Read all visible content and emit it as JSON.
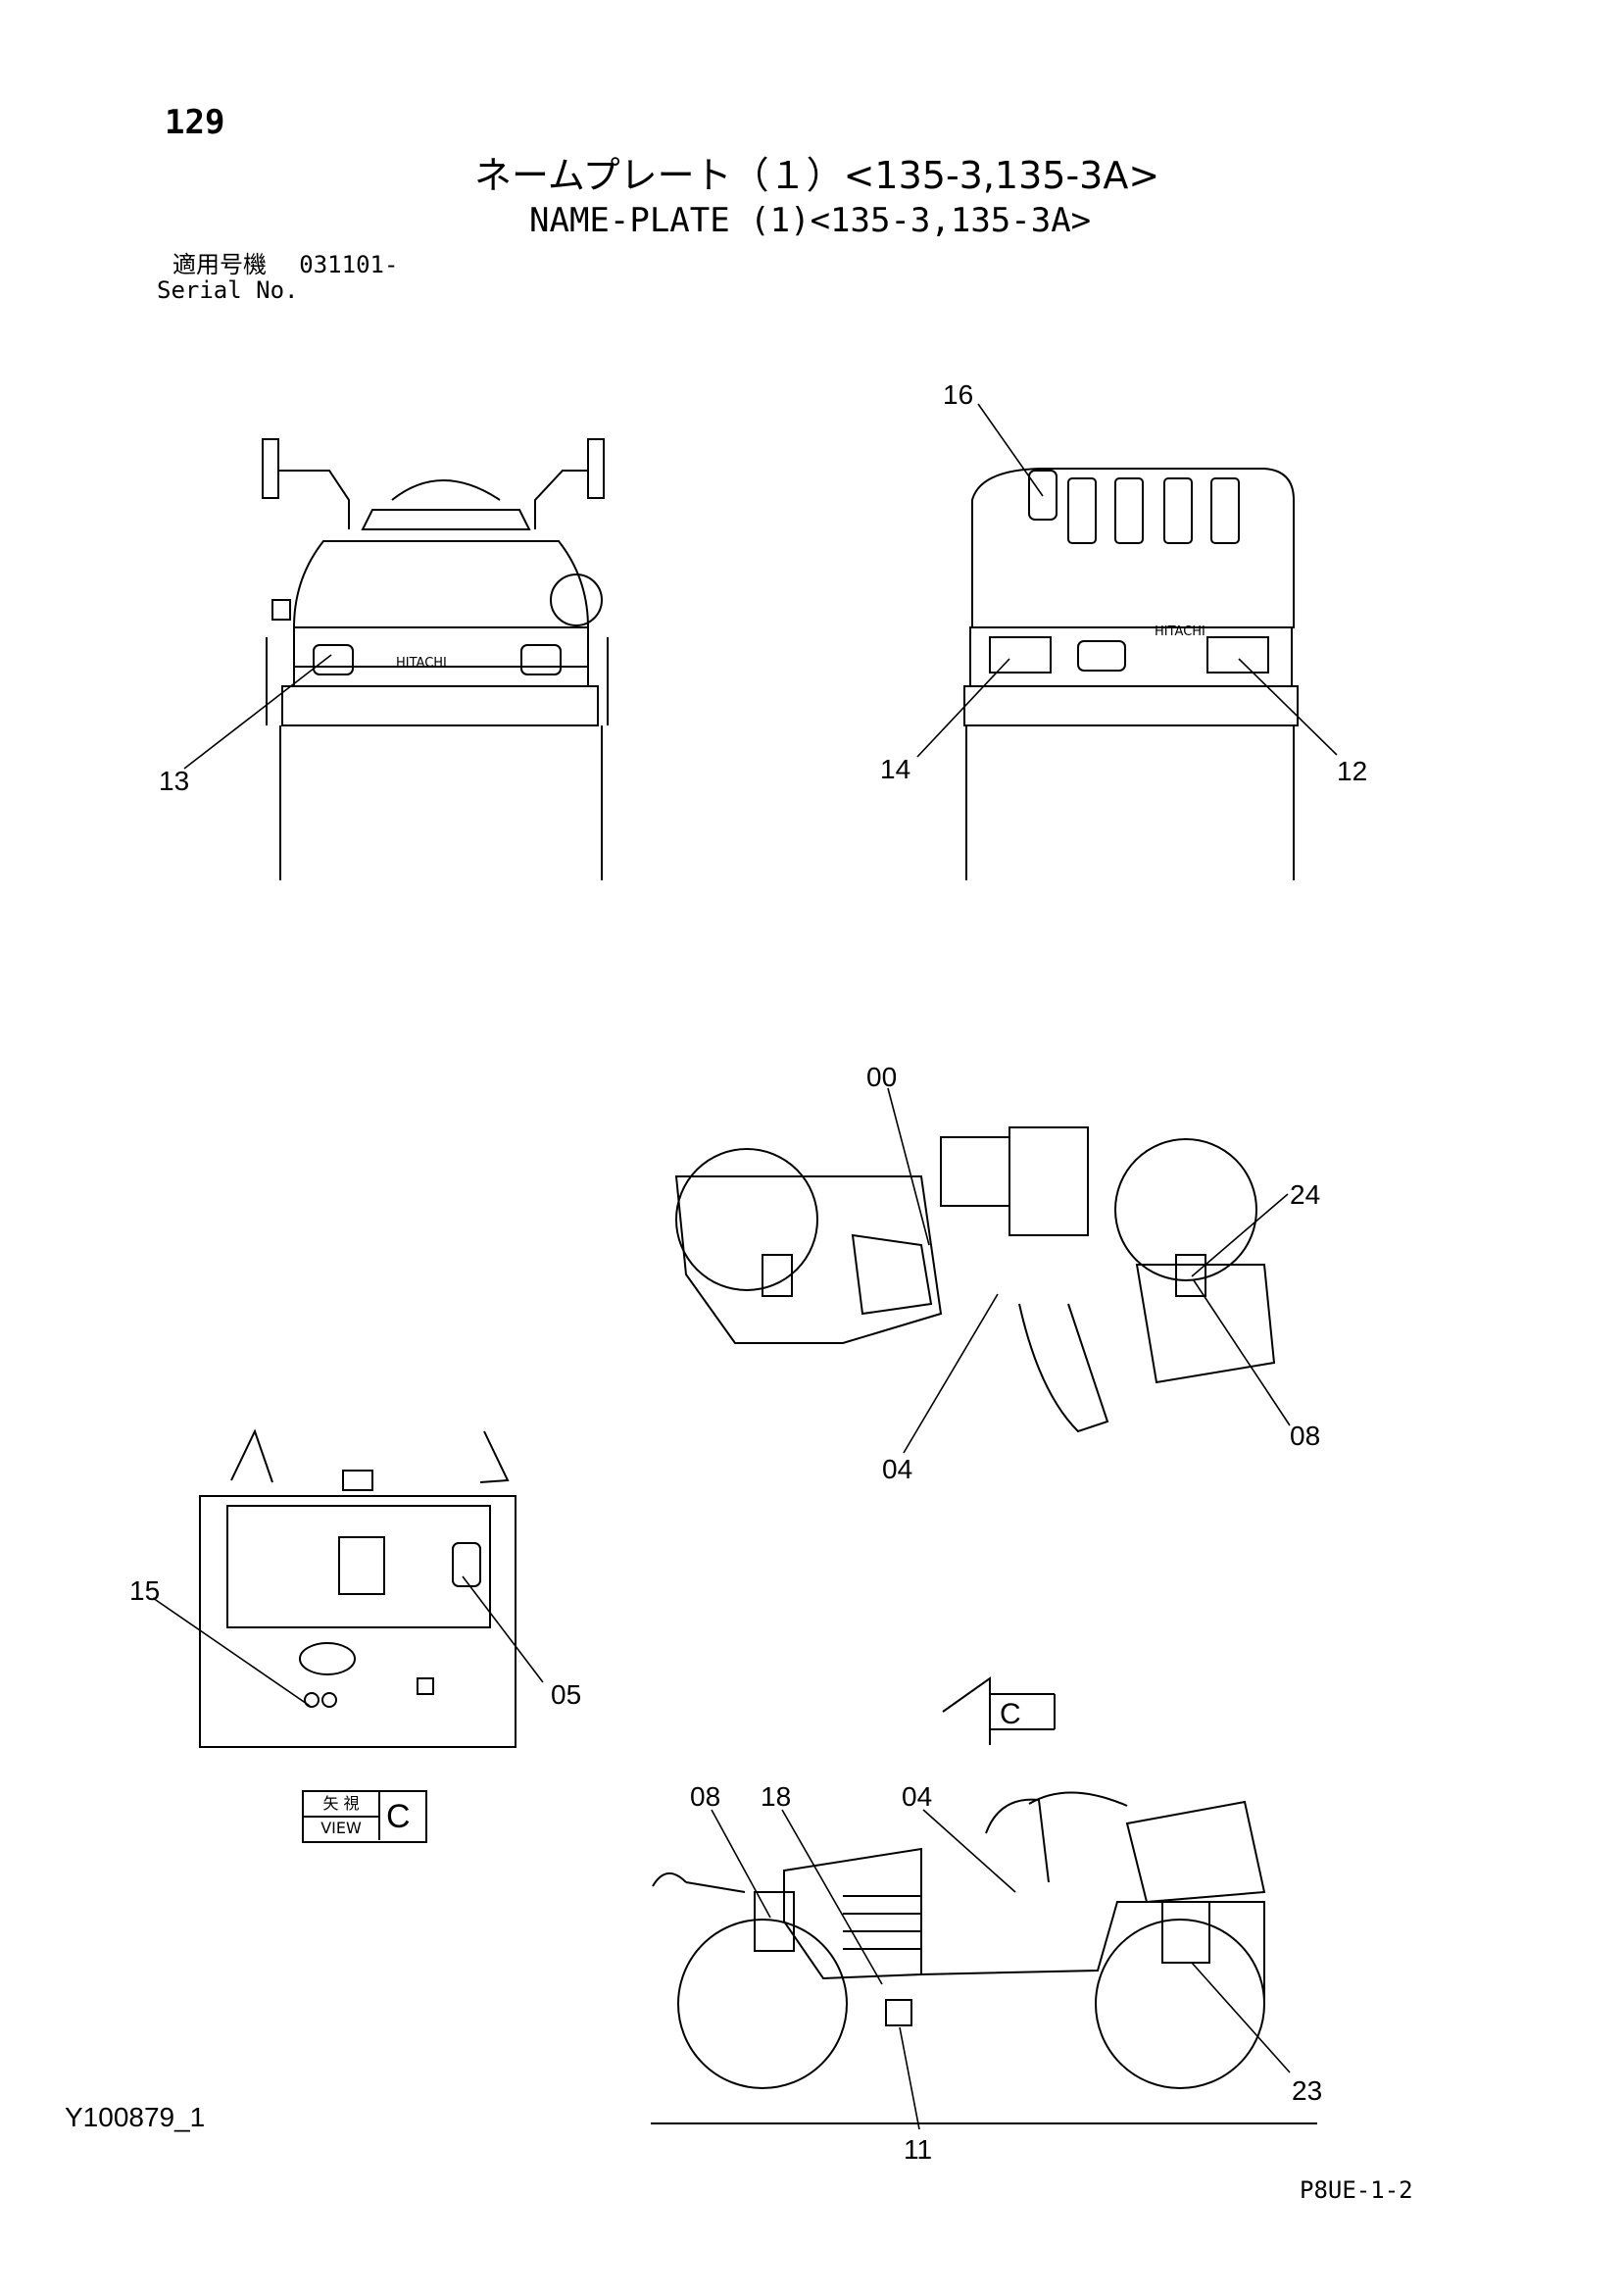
{
  "page_number": "129",
  "title_jp": "ネームプレート（１）<135-3,135-3A>",
  "title_en": "NAME-PLATE (1)<135-3,135-3A>",
  "serial_label_jp": "適用号機",
  "serial_value": "031101-",
  "serial_label_en": "Serial No.",
  "drawing_id": "Y100879_1",
  "page_code": "P8UE-1-2",
  "view": {
    "label_jp": "矢 視",
    "label_en": "VIEW",
    "letter": "C",
    "arrow_letter": "C"
  },
  "callouts": {
    "c16": "16",
    "c13": "13",
    "c14": "14",
    "c12": "12",
    "c00": "00",
    "c24": "24",
    "c04a": "04",
    "c08a": "08",
    "c15": "15",
    "c05": "05",
    "c08b": "08",
    "c18": "18",
    "c04b": "04",
    "c23": "23",
    "c11": "11"
  },
  "decals": {
    "brand_rear": "HITACHI",
    "brand_front": "HITACHI"
  }
}
